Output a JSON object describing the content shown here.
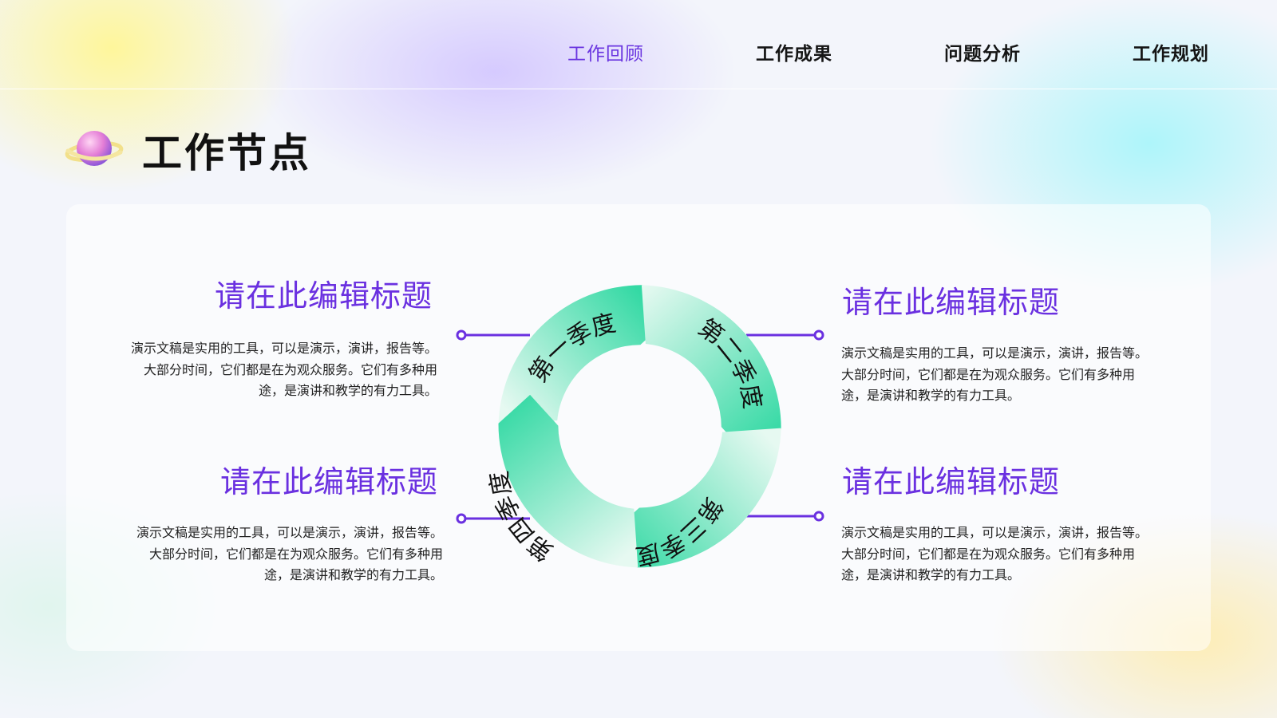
{
  "nav": {
    "items": [
      {
        "label": "工作回顾",
        "active": true
      },
      {
        "label": "工作成果",
        "active": false
      },
      {
        "label": "问题分析",
        "active": false
      },
      {
        "label": "工作规划",
        "active": false
      }
    ]
  },
  "page": {
    "title": "工作节点",
    "icon": "planet-icon"
  },
  "colors": {
    "accent": "#6a30e0",
    "ring_green": "#3bdca8",
    "ring_pale": "#e4f9f1"
  },
  "cycle": {
    "segments": [
      "第一季度",
      "第二季度",
      "第三季度",
      "第四季度"
    ]
  },
  "blocks": [
    {
      "title": "请在此编辑标题",
      "text": "演示文稿是实用的工具，可以是演示，演讲，报告等。大部分时间，它们都是在为观众服务。它们有多种用途，是演讲和教学的有力工具。"
    },
    {
      "title": "请在此编辑标题",
      "text": "演示文稿是实用的工具，可以是演示，演讲，报告等。大部分时间，它们都是在为观众服务。它们有多种用途，是演讲和教学的有力工具。"
    },
    {
      "title": "请在此编辑标题",
      "text": "演示文稿是实用的工具，可以是演示，演讲，报告等。大部分时间，它们都是在为观众服务。它们有多种用途，是演讲和教学的有力工具。"
    },
    {
      "title": "请在此编辑标题",
      "text": "演示文稿是实用的工具，可以是演示，演讲，报告等。大部分时间，它们都是在为观众服务。它们有多种用途，是演讲和教学的有力工具。"
    }
  ]
}
